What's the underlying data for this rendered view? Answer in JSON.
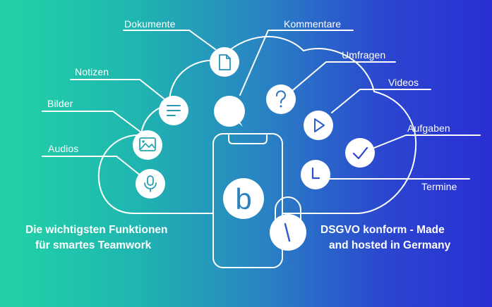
{
  "colors": {
    "gradient_start": "#22d3a6",
    "gradient_end": "#2a2fd3",
    "outline": "#ffffff",
    "icon_stroke": "#2a6fc8"
  },
  "features": {
    "dokumente": "Dokumente",
    "kommentare": "Kommentare",
    "umfragen": "Umfragen",
    "notizen": "Notizen",
    "videos": "Videos",
    "bilder": "Bilder",
    "aufgaben": "Aufgaben",
    "audios": "Audios",
    "termine": "Termine"
  },
  "icons": {
    "dokumente": "document-icon",
    "kommentare": "speech-bubble-icon",
    "umfragen": "question-mark-icon",
    "notizen": "notes-lines-icon",
    "videos": "play-icon",
    "bilder": "image-icon",
    "aufgaben": "checkmark-icon",
    "audios": "microphone-icon",
    "termine": "clock-icon",
    "app_logo": "b-logo-icon",
    "lock": "padlock-icon"
  },
  "app_logo_letter": "b",
  "captions": {
    "left_line1": "Die wichtigsten Funktionen",
    "left_line2": "für smartes Teamwork",
    "right_line1": "DSGVO konform - Made",
    "right_line2": "and hosted in Germany"
  }
}
